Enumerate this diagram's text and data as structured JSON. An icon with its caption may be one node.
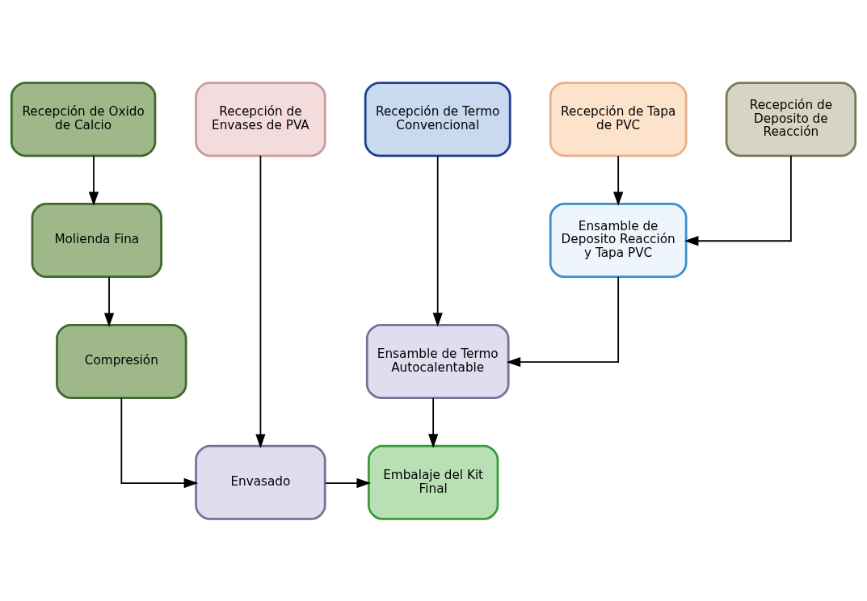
{
  "diagram": {
    "nodes": [
      {
        "text": [
          "Recepción de Termo Convencional"
        ]
      },
      {
        "text": [
          "Recepción de Deposito de Reacción"
        ]
      },
      {
        "text": [
          "Recepción de Tapa de PVC"
        ]
      },
      {
        "text": [
          "Recepción de Oxido de Calcio"
        ]
      },
      {
        "text": [
          "Recepción de Envases de PVA"
        ]
      },
      {
        "text": [
          "Ensamble de Deposito Reacción y Tapa PVC"
        ]
      },
      {
        "text": [
          "Molienda Fina"
        ]
      },
      {
        "text": [
          "Compresión"
        ]
      },
      {
        "text": [
          "Ensamble de Termo Autocalentable"
        ]
      },
      {
        "text": [
          "Envasado"
        ]
      },
      {
        "text": [
          "Embalaje del Kit Final"
        ]
      }
    ],
    "edges": [
      {
        "from": 1,
        "to": 5,
        "arrow": "to"
      },
      {
        "from": 2,
        "to": 5,
        "arrow": "to"
      },
      {
        "from": 3,
        "to": 6,
        "arrow": "to"
      },
      {
        "from": 6,
        "to": 7,
        "arrow": "to"
      },
      {
        "from": 0,
        "to": 8,
        "arrow": "to"
      },
      {
        "from": 5,
        "to": 8,
        "arrow": "to"
      },
      {
        "from": 7,
        "to": 9,
        "arrow": "to"
      },
      {
        "from": 4,
        "to": 9,
        "arrow": "to"
      },
      {
        "from": 8,
        "to": 10,
        "arrow": "to"
      },
      {
        "from": 9,
        "to": 10,
        "arrow": "to"
      }
    ]
  }
}
